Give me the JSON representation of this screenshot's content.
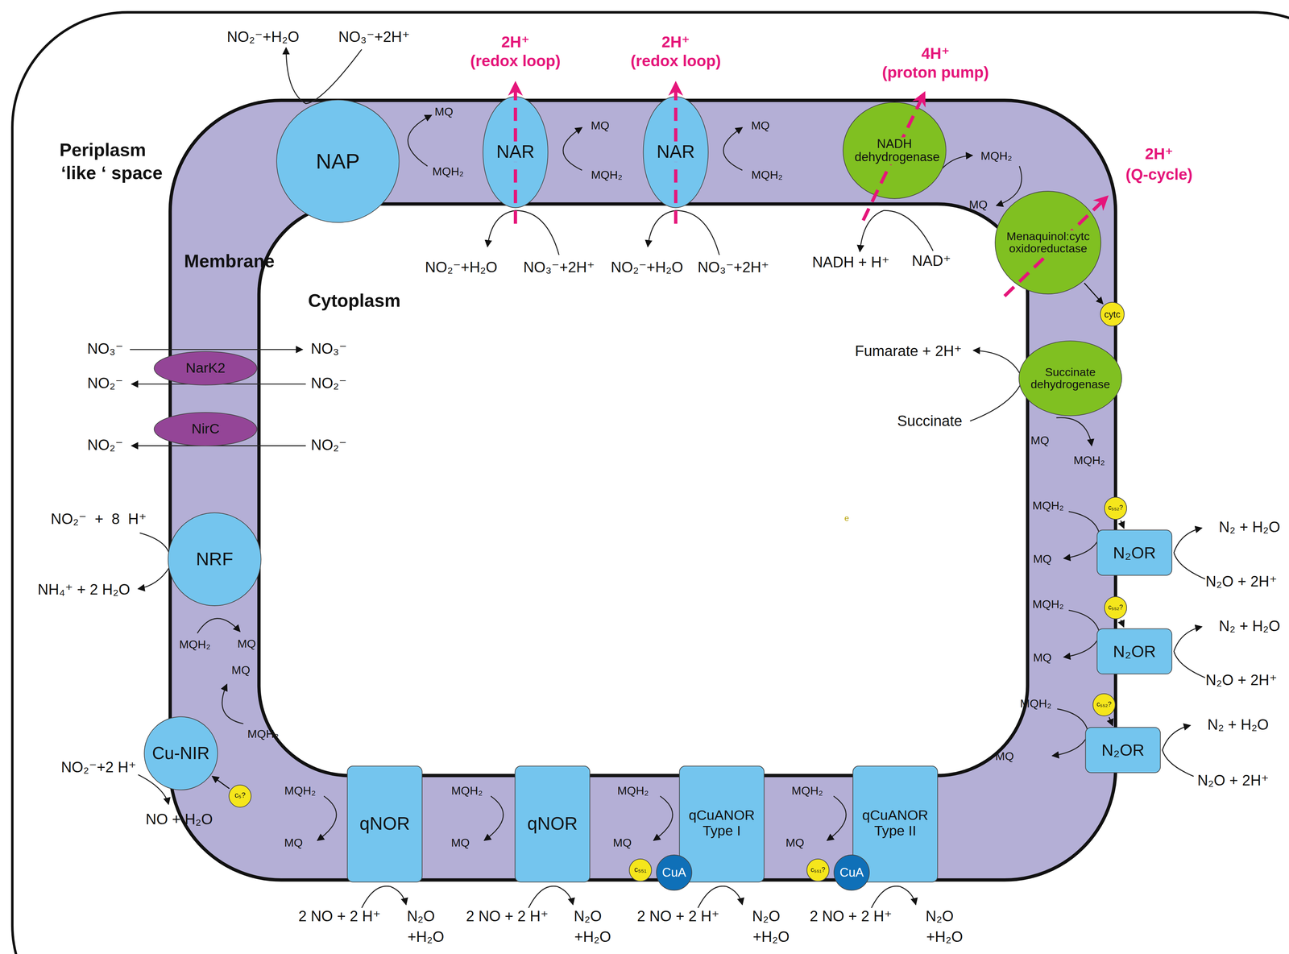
{
  "diagram": {
    "nodes": [
      {
        "text": [
          "NAP"
        ]
      },
      {
        "text": [
          "NAR"
        ]
      },
      {
        "text": [
          "NAR"
        ]
      },
      {
        "text": [
          "NADH dehydrogenase"
        ]
      },
      {
        "text": [
          "Menaquinol:cytc oxidoreductase"
        ]
      },
      {
        "text": [
          "cytc"
        ]
      },
      {
        "text": [
          "Succinate dehydrogenase"
        ]
      },
      {
        "text": [
          "NarK2"
        ]
      },
      {
        "text": [
          "NirC"
        ]
      },
      {
        "text": [
          "NRF"
        ]
      },
      {
        "text": [
          "Cu-NIR"
        ]
      },
      {
        "text": [
          "c₅?"
        ]
      },
      {
        "text": [
          "qNOR"
        ]
      },
      {
        "text": [
          "qNOR"
        ]
      },
      {
        "text": [
          "qCuANOR Type I"
        ]
      },
      {
        "text": [
          "c₅₅₁"
        ]
      },
      {
        "text": [
          "CuA"
        ]
      },
      {
        "text": [
          "qCuANOR Type II"
        ]
      },
      {
        "text": [
          "c₅₅₁?"
        ]
      },
      {
        "text": [
          "CuA"
        ]
      },
      {
        "text": [
          "c₅₅₂?"
        ]
      },
      {
        "text": [
          "N₂OR"
        ]
      },
      {
        "text": [
          "c₅₅₂?"
        ]
      },
      {
        "text": [
          "N₂OR"
        ]
      },
      {
        "text": [
          "c₅₅₂?"
        ]
      },
      {
        "text": [
          "N₂OR"
        ]
      }
    ],
    "edges": [
      {
        "from": 4,
        "to": 5,
        "arrow": "to"
      },
      {
        "from": 11,
        "to": 10,
        "arrow": "to"
      },
      {
        "from": 20,
        "to": 21,
        "arrow": "to"
      },
      {
        "from": 22,
        "to": 23,
        "arrow": "to"
      },
      {
        "from": 24,
        "to": 25,
        "arrow": "to"
      }
    ],
    "labels": [
      "Periplasm",
      "‘like ‘ space",
      "Membrane",
      "Cytoplasm",
      "NO₂⁻+H₂O",
      "NO₃⁻+2H⁺",
      "2H⁺",
      "(redox loop)",
      "2H⁺",
      "(redox loop)",
      "4H⁺",
      "(proton pump)",
      "2H⁺",
      "(Q-cycle)",
      "MQ",
      "MQH₂",
      "MQ",
      "MQH₂",
      "MQ",
      "MQH₂",
      "MQH₂",
      "MQ",
      "NO₂⁻+H₂O",
      "NO₃⁻+2H⁺",
      "NO₂⁻+H₂O",
      "NO₃⁻+2H⁺",
      "NADH + H⁺",
      "NAD⁺",
      "Fumarate + 2H⁺",
      "Succinate",
      "MQ",
      "MQH₂",
      "NO₃⁻",
      "NO₃⁻",
      "NO₂⁻",
      "NO₂⁻",
      "NO₂⁻",
      "NO₂⁻",
      "NO₂⁻  +  8  H⁺",
      "NH₄⁺ + 2 H₂O",
      "MQH₂",
      "MQ",
      "MQ",
      "MQH₂",
      "NO₂⁻+2 H⁺",
      "NO + H₂O",
      "MQH₂",
      "MQ",
      "MQH₂",
      "MQ",
      "MQH₂",
      "MQ",
      "MQH₂",
      "MQ",
      "2 NO + 2 H⁺",
      "N₂O",
      "+H₂O",
      "2 NO + 2 H⁺",
      "N₂O",
      "+H₂O",
      "2 NO + 2 H⁺",
      "N₂O",
      "+H₂O",
      "2 NO + 2 H⁺",
      "N₂O",
      "+H₂O",
      "MQH₂",
      "MQ",
      "N₂ + H₂O",
      "N₂O + 2H⁺",
      "MQH₂",
      "MQ",
      "N₂ + H₂O",
      "N₂O + 2H⁺",
      "MQH₂",
      "MQ",
      "N₂ + H₂O",
      "N₂O + 2H⁺",
      "e"
    ]
  }
}
